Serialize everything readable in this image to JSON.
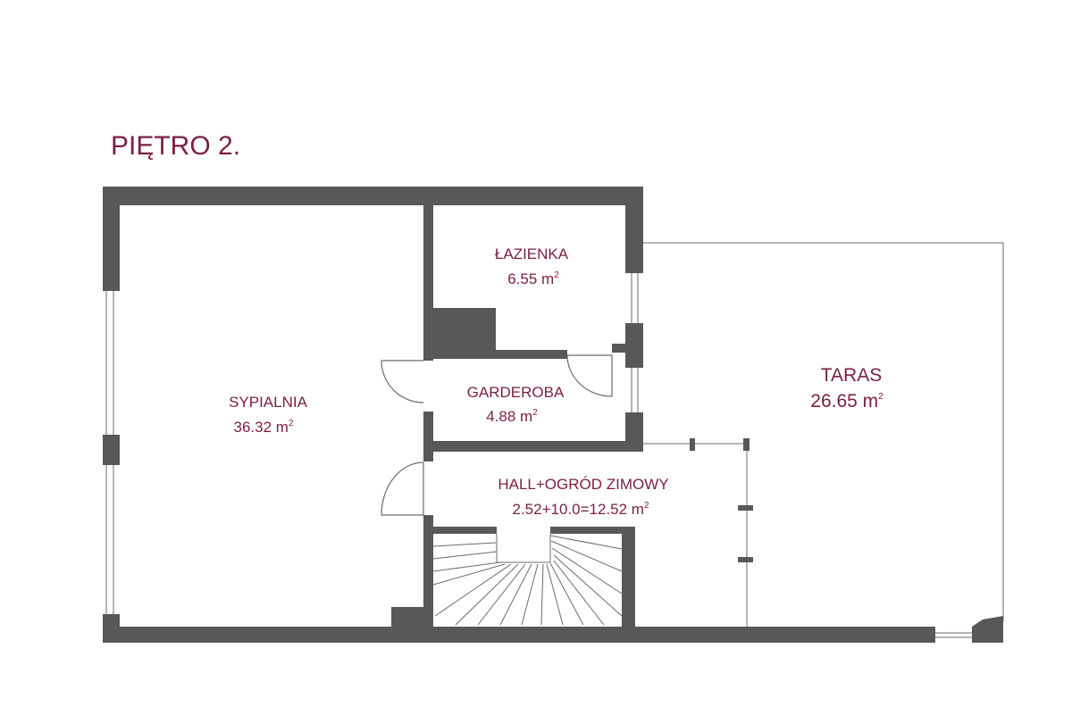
{
  "title": "PIĘTRO 2.",
  "colors": {
    "wall": "#58585a",
    "label": "#7a1e44",
    "background": "#ffffff"
  },
  "rooms": [
    {
      "name": "SYPIALNIA",
      "area": "36.32 m",
      "unit_sup": "2"
    },
    {
      "name": "ŁAZIENKA",
      "area": "6.55 m",
      "unit_sup": "2"
    },
    {
      "name": "GARDEROBA",
      "area": "4.88 m",
      "unit_sup": "2"
    },
    {
      "name": "HALL+OGRÓD ZIMOWY",
      "area": "2.52+10.0=12.52 m",
      "unit_sup": "2"
    },
    {
      "name": "TARAS",
      "area": "26.65 m",
      "unit_sup": "2"
    }
  ]
}
